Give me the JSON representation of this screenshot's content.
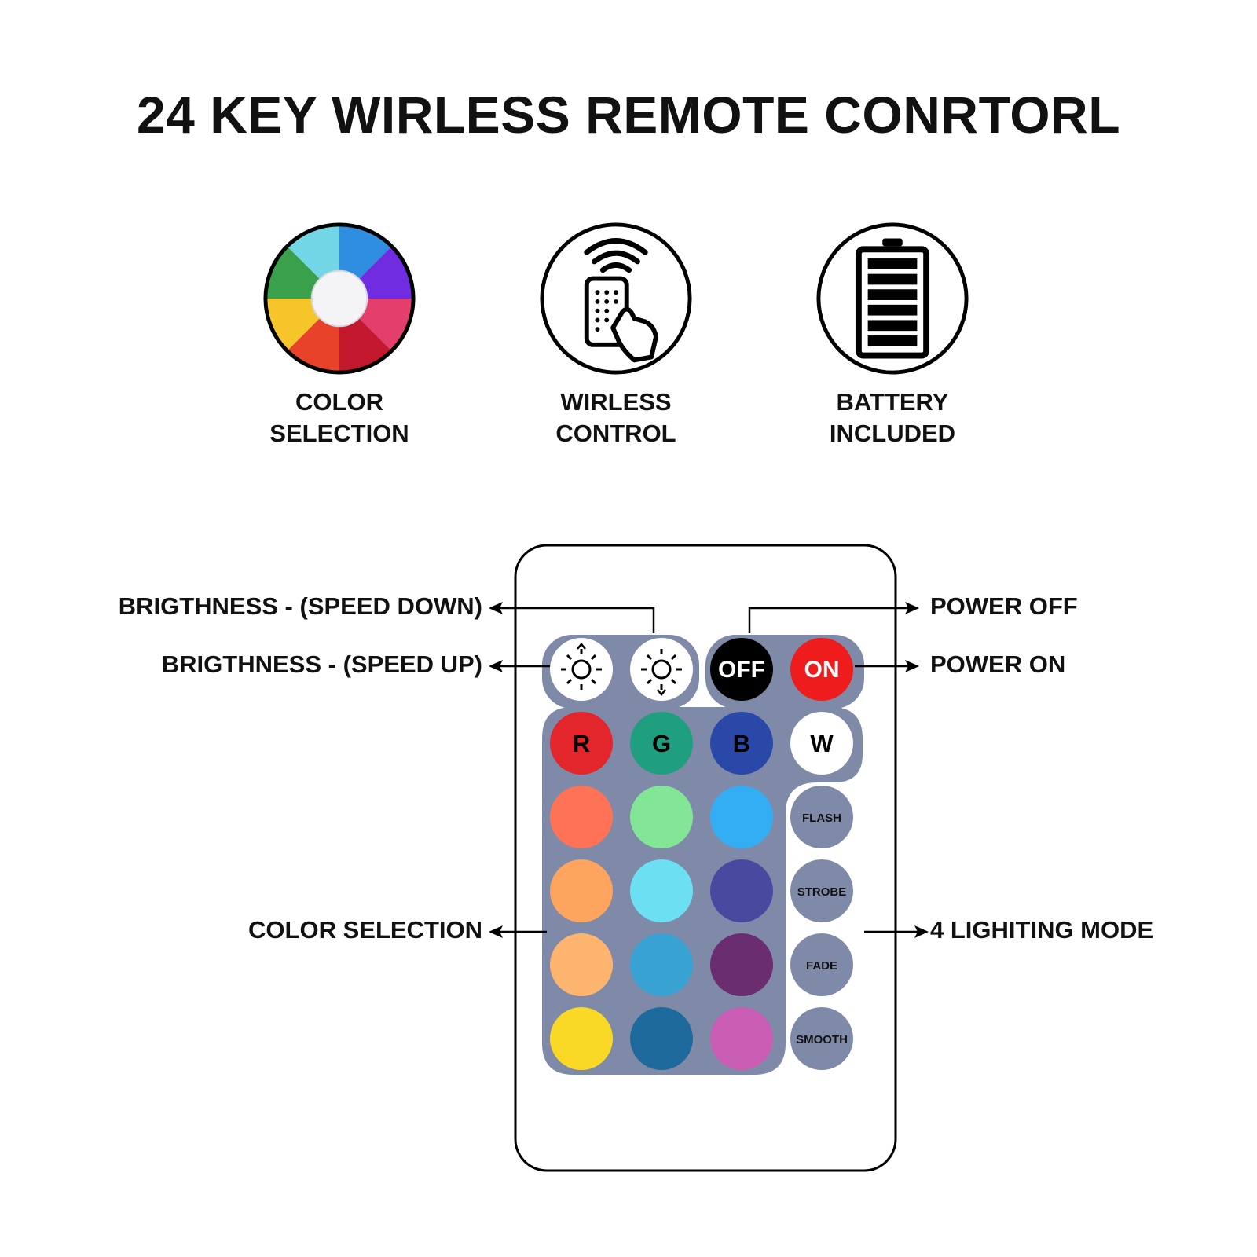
{
  "title": "24 KEY WIRLESS REMOTE CONRTORL",
  "features": [
    {
      "line1": "COLOR",
      "line2": "SELECTION",
      "icon": "color-wheel-icon"
    },
    {
      "line1": "WIRLESS",
      "line2": "CONTROL",
      "icon": "remote-hand-icon"
    },
    {
      "line1": "BATTERY",
      "line2": "INCLUDED",
      "icon": "battery-icon"
    }
  ],
  "callouts": {
    "bright_down": "BRIGTHNESS - (SPEED DOWN)",
    "bright_up": "BRIGTHNESS - (SPEED UP)",
    "power_off": "POWER OFF",
    "power_on": "POWER ON",
    "color_selection": "COLOR SELECTION",
    "lighting_mode": "4 LIGHITING MODE"
  },
  "remote": {
    "off_label": "OFF",
    "on_label": "ON",
    "rgbw": [
      {
        "label": "R",
        "color": "#e3262b"
      },
      {
        "label": "G",
        "color": "#1f9f80"
      },
      {
        "label": "B",
        "color": "#2a48a8"
      },
      {
        "label": "W",
        "color": "#ffffff"
      }
    ],
    "color_rows": [
      [
        "#fe7255",
        "#82e696",
        "#33aef5"
      ],
      [
        "#fda45f",
        "#6ce0f2",
        "#484aa0"
      ],
      [
        "#fdb46e",
        "#38a2d3",
        "#6a2d70"
      ],
      [
        "#f9d925",
        "#1e6a9c",
        "#c95cb3"
      ]
    ],
    "modes": [
      "FLASH",
      "STROBE",
      "FADE",
      "SMOOTH"
    ],
    "panel_color": "#7f89a8"
  }
}
